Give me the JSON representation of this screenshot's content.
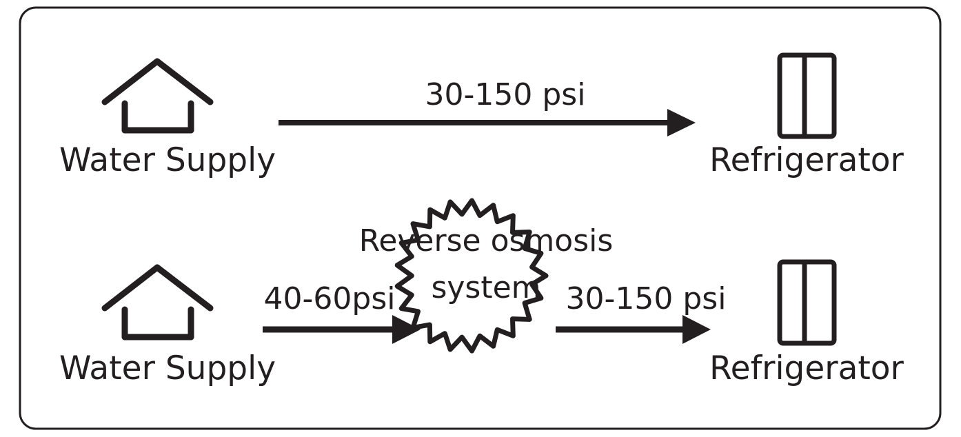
{
  "diagram": {
    "title": "Water supply to refrigerator pressure diagram",
    "background_color": "#ffffff",
    "stroke_color": "#231f20",
    "border": {
      "name": "rounded-frame",
      "radius": 22,
      "stroke_width": 3
    },
    "rows": [
      {
        "id": "direct-connection",
        "source": {
          "icon": "house-icon",
          "label": "Water Supply"
        },
        "flow": {
          "arrow": "arrow-right-icon",
          "label": "30-150 psi"
        },
        "target": {
          "icon": "refrigerator-icon",
          "label": "Refrigerator"
        }
      },
      {
        "id": "reverse-osmosis-connection",
        "source": {
          "icon": "house-icon",
          "label": "Water Supply"
        },
        "flow_in": {
          "arrow": "arrow-right-icon",
          "label": "40-60psi"
        },
        "device": {
          "icon": "burst-icon",
          "label_line1": "Reverse osmosis",
          "label_line2": "system"
        },
        "flow_out": {
          "arrow": "arrow-right-icon",
          "label": "30-150 psi"
        },
        "target": {
          "icon": "refrigerator-icon",
          "label": "Refrigerator"
        }
      }
    ]
  }
}
